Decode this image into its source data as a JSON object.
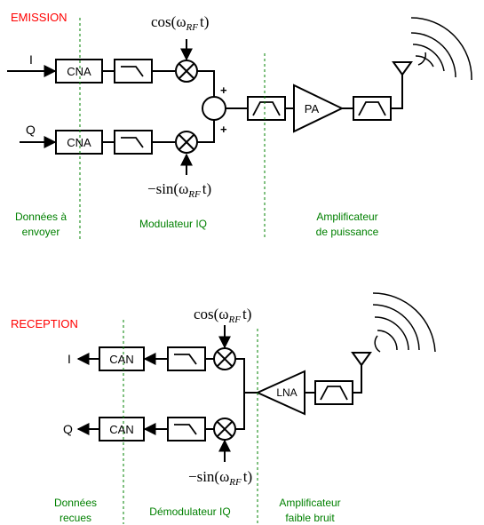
{
  "colors": {
    "title": "#ff0000",
    "zone": "#008000",
    "line": "#000000",
    "divider": "#008000"
  },
  "emission": {
    "title": "EMISSION",
    "input_i": "I",
    "input_q": "Q",
    "dac_label": "CNA",
    "pa_label": "PA",
    "plus_top": "+",
    "plus_bottom": "+",
    "lo_cos": {
      "prefix": "cos(ω",
      "sub": "RF",
      "suffix": "t)"
    },
    "lo_sin": {
      "prefix": "−sin(ω",
      "sub": "RF",
      "suffix": "t)"
    },
    "zones": {
      "data": [
        "Données à",
        "envoyer"
      ],
      "modulator": [
        "Modulateur IQ"
      ],
      "amplifier": [
        "Amplificateur",
        "de puissance"
      ]
    }
  },
  "reception": {
    "title": "RECEPTION",
    "output_i": "I",
    "output_q": "Q",
    "adc_label": "CAN",
    "lna_label": "LNA",
    "lo_cos": {
      "prefix": "cos(ω",
      "sub": "RF",
      "suffix": "t)"
    },
    "lo_sin": {
      "prefix": "−sin(ω",
      "sub": "RF",
      "suffix": "t)"
    },
    "zones": {
      "data": [
        "Données",
        "recues"
      ],
      "demodulator": [
        "Démodulateur IQ"
      ],
      "amplifier": [
        "Amplificateur",
        "faible bruit"
      ]
    }
  },
  "icons": [
    "lowpass-filter-icon",
    "bandpass-filter-icon",
    "mixer-icon",
    "summer-icon",
    "antenna-icon",
    "radio-waves-icon"
  ]
}
